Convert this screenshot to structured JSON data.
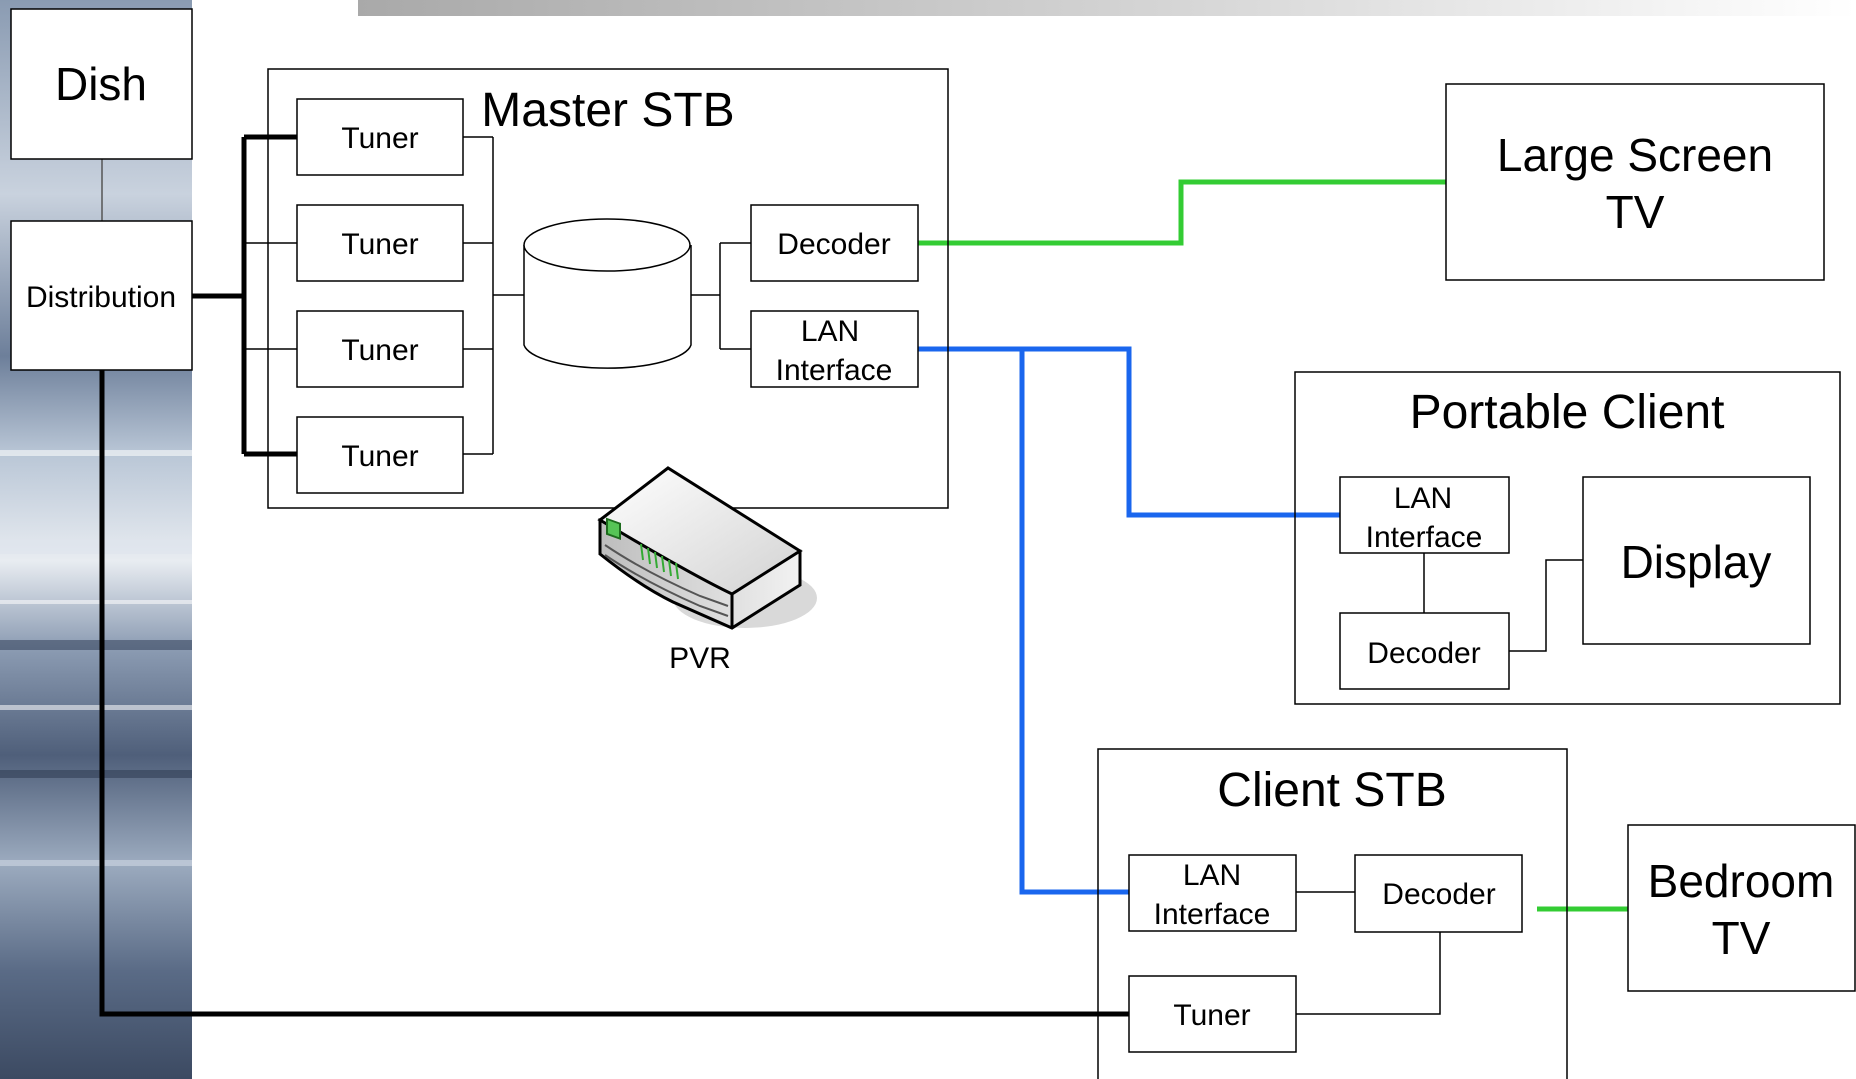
{
  "nodes": {
    "dish": "Dish",
    "distribution": "Distribution",
    "master_stb": {
      "title": "Master STB",
      "tuners": [
        "Tuner",
        "Tuner",
        "Tuner",
        "Tuner"
      ],
      "decoder": "Decoder",
      "lan_line1": "LAN",
      "lan_line2": "Interface"
    },
    "pvr_label": "PVR",
    "large_screen_tv": {
      "line1": "Large Screen",
      "line2": "TV"
    },
    "portable_client": {
      "title": "Portable Client",
      "lan_line1": "LAN",
      "lan_line2": "Interface",
      "decoder": "Decoder",
      "display": "Display"
    },
    "client_stb": {
      "title": "Client STB",
      "lan_line1": "LAN",
      "lan_line2": "Interface",
      "decoder": "Decoder",
      "tuner": "Tuner"
    },
    "bedroom_tv": {
      "line1": "Bedroom",
      "line2": "TV"
    }
  },
  "colors": {
    "video_link": "#33cc33",
    "lan_link": "#1a66ee",
    "feed_link": "#000000"
  }
}
